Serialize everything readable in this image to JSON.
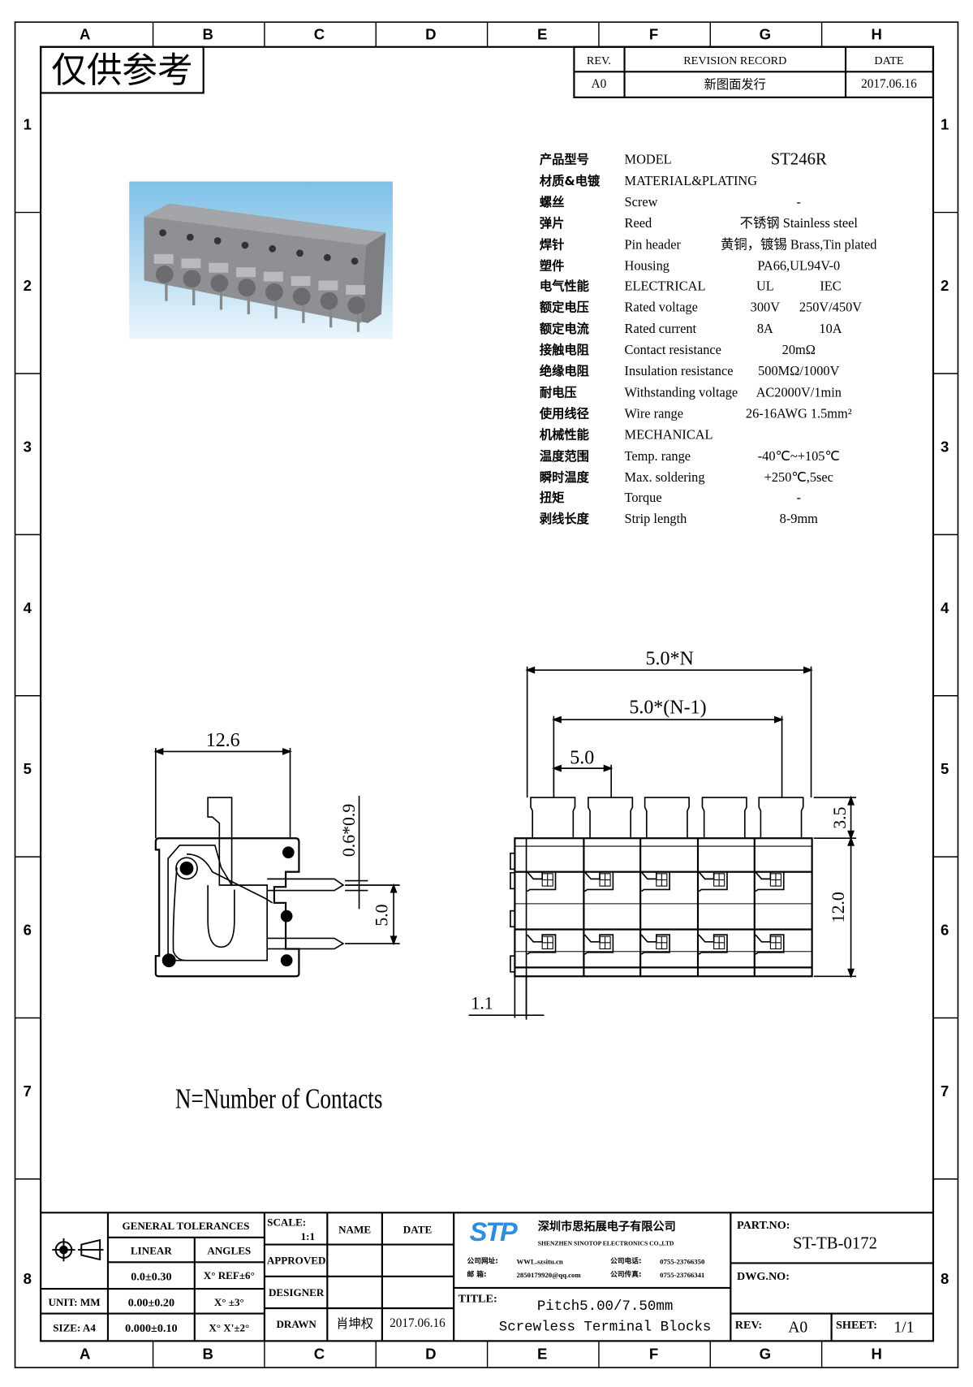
{
  "frame": {
    "columns": [
      "A",
      "B",
      "C",
      "D",
      "E",
      "F",
      "G",
      "H"
    ],
    "rows": [
      "1",
      "2",
      "3",
      "4",
      "5",
      "6",
      "7",
      "8"
    ]
  },
  "stamp": "仅供参考",
  "revision": {
    "headers": [
      "REV.",
      "REVISION RECORD",
      "DATE"
    ],
    "row": [
      "A0",
      "新图面发行",
      "2017.06.16"
    ]
  },
  "specs": {
    "rows": [
      {
        "zh": "产品型号",
        "en": "MODEL",
        "value": "ST246R"
      },
      {
        "zh": "材质&电镀",
        "en": "MATERIAL&PLATING",
        "value": ""
      },
      {
        "zh": "螺丝",
        "en": "Screw",
        "value": "-"
      },
      {
        "zh": "弹片",
        "en": "Reed",
        "value": "不锈钢 Stainless steel"
      },
      {
        "zh": "焊针",
        "en": "Pin header",
        "value": "黄铜，镀锡 Brass,Tin plated"
      },
      {
        "zh": "塑件",
        "en": "Housing",
        "value": "PA66,UL94V-0"
      },
      {
        "zh": "电气性能",
        "en": "ELECTRICAL",
        "ul": "UL",
        "iec": "IEC"
      },
      {
        "zh": "额定电压",
        "en": "Rated voltage",
        "ul": "300V",
        "iec": "250V/450V"
      },
      {
        "zh": "额定电流",
        "en": "Rated current",
        "ul": "8A",
        "iec": "10A"
      },
      {
        "zh": "接触电阻",
        "en": "Contact resistance",
        "value": "20mΩ"
      },
      {
        "zh": "绝缘电阻",
        "en": "Insulation resistance",
        "value": "500MΩ/1000V"
      },
      {
        "zh": "耐电压",
        "en": "Withstanding voltage",
        "value": "AC2000V/1min"
      },
      {
        "zh": "使用线径",
        "en": "Wire range",
        "value": "26-16AWG 1.5mm²"
      },
      {
        "zh": "机械性能",
        "en": "MECHANICAL",
        "value": ""
      },
      {
        "zh": "温度范围",
        "en": "Temp. range",
        "value": "-40℃~+105℃"
      },
      {
        "zh": "瞬时温度",
        "en": "Max. soldering",
        "value": "+250℃,5sec"
      },
      {
        "zh": "扭矩",
        "en": "Torque",
        "value": "-"
      },
      {
        "zh": "剥线长度",
        "en": "Strip length",
        "value": "8-9mm"
      }
    ]
  },
  "drawing": {
    "side_width": "12.6",
    "pin_size": "0.6*0.9",
    "pin_spacing": "5.0",
    "overall": "5.0*N",
    "span": "5.0*(N-1)",
    "pitch": "5.0",
    "top_height": "3.5",
    "body_height": "12.0",
    "offset": "1.1",
    "note": "N=Number of Contacts"
  },
  "title_block": {
    "general_tolerances": "GENERAL TOLERANCES",
    "linear": "LINEAR",
    "angles": "ANGLES",
    "lin1": "0.0±0.30",
    "ang1": "X° REF±6°",
    "unit": "UNIT: MM",
    "lin2": "0.00±0.20",
    "ang2": "X° ±3°",
    "size": "SIZE: A4",
    "lin3": "0.000±0.10",
    "ang3": "X° X'±2°",
    "scale_label": "SCALE:",
    "scale": "1:1",
    "name": "NAME",
    "date": "DATE",
    "approved": "APPROVED",
    "designer": "DESIGNER",
    "drawn": "DRAWN",
    "drawn_name": "肖坤权",
    "drawn_date": "2017.06.16",
    "company_zh": "深圳市思拓展电子有限公司",
    "company_en": "SHENZHEN SINOTOP ELECTRONICS CO.,LTD",
    "web_label": "公司网址:",
    "web": "WWL.szsitu.cn",
    "mail_label": "邮    箱:",
    "mail": "2850179920@qq.com",
    "tel_label": "公司电话:",
    "tel": "0755-23766350",
    "fax_label": "公司传真:",
    "fax": "0755-23766341",
    "logo": "STP",
    "title_label": "TITLE:",
    "title1": "Pitch5.00/7.50mm",
    "title2": "Screwless Terminal Blocks",
    "part_no_label": "PART.NO:",
    "part_no": "ST-TB-0172",
    "dwg_no_label": "DWG.NO:",
    "rev_label": "REV:",
    "rev": "A0",
    "sheet_label": "SHEET:",
    "sheet": "1/1"
  }
}
